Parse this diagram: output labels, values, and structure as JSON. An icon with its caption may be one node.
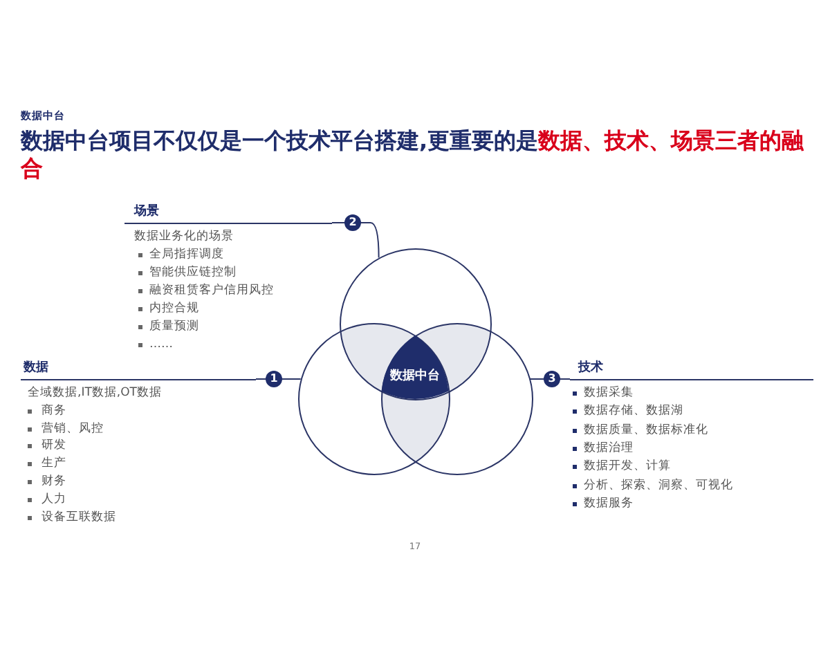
{
  "diagram": {
    "title": "数据中台项目不仅仅是一个技术平台搭建,更重要的是**数据、技术、场景三者的融合**",
    "nodes": [
      {
        "text": [
          "场景",
          "数据业务化的场景",
          "全局指挥调度",
          "智能供应链控制",
          "融资租赁客户信用风控",
          "内控合规",
          "质量预测",
          "……"
        ]
      },
      {
        "text": [
          "2"
        ]
      },
      {
        "text": [],
        "shape": "circle"
      },
      {
        "text": [
          "数据",
          "全域数据,IT数据,OT数据",
          "商务",
          "营销、风控",
          "研发",
          "生产",
          "财务",
          "人力",
          "设备互联数据"
        ]
      },
      {
        "text": [
          "1"
        ]
      },
      {
        "text": [],
        "shape": "circle"
      },
      {
        "text": [
          "数据中台"
        ]
      },
      {
        "text": [],
        "shape": "circle"
      },
      {
        "text": [
          "3"
        ]
      },
      {
        "text": [
          "技术",
          "数据采集",
          "数据存储、数据湖",
          "数据质量、数据标准化",
          "数据治理",
          "数据开发、计算",
          "分析、探索、洞察、可视化",
          "数据服务"
        ]
      }
    ],
    "edges": [
      {
        "from": 0,
        "to": 1,
        "arrow": "none"
      },
      {
        "from": 1,
        "to": 2,
        "arrow": "none"
      },
      {
        "from": 3,
        "to": 4,
        "arrow": "none"
      },
      {
        "from": 4,
        "to": 5,
        "arrow": "none"
      },
      {
        "from": 9,
        "to": 8,
        "arrow": "none"
      },
      {
        "from": 8,
        "to": 7,
        "arrow": "none"
      }
    ],
    "labels": [
      "数据中台",
      "17"
    ]
  }
}
